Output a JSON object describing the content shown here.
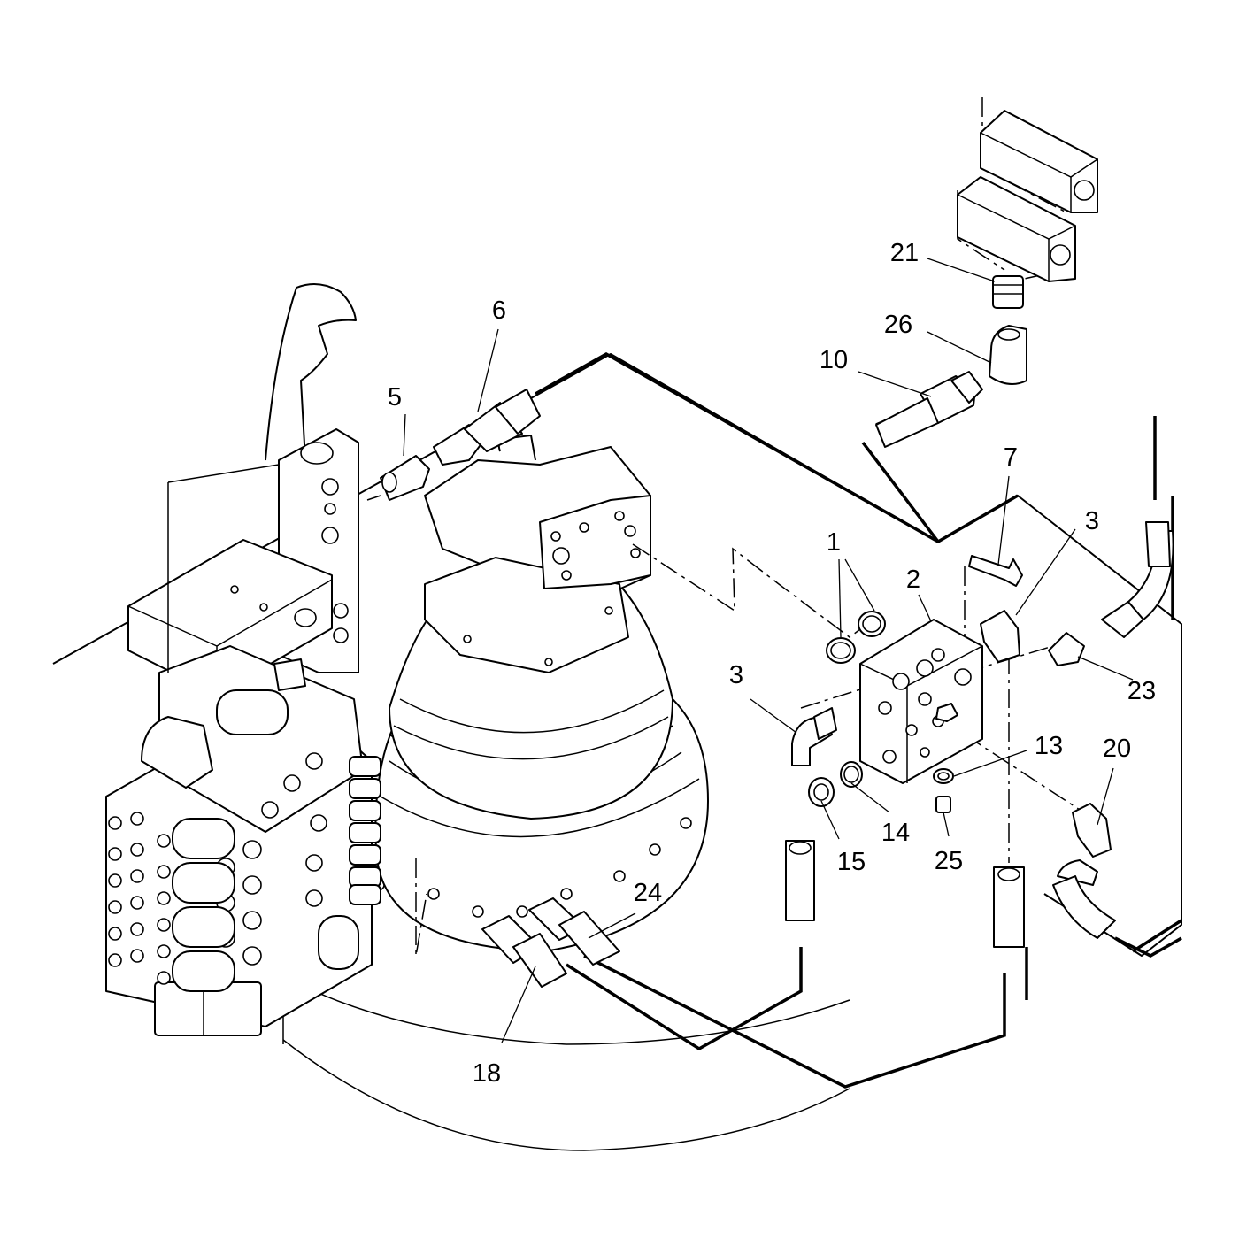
{
  "diagram": {
    "callouts": [
      {
        "id": "c1",
        "text": "1"
      },
      {
        "id": "c2",
        "text": "2"
      },
      {
        "id": "c3a",
        "text": "3"
      },
      {
        "id": "c3b",
        "text": "3"
      },
      {
        "id": "c5",
        "text": "5"
      },
      {
        "id": "c6",
        "text": "6"
      },
      {
        "id": "c7",
        "text": "7"
      },
      {
        "id": "c10",
        "text": "10"
      },
      {
        "id": "c13",
        "text": "13"
      },
      {
        "id": "c14",
        "text": "14"
      },
      {
        "id": "c15",
        "text": "15"
      },
      {
        "id": "c18",
        "text": "18"
      },
      {
        "id": "c20",
        "text": "20"
      },
      {
        "id": "c21",
        "text": "21"
      },
      {
        "id": "c23",
        "text": "23"
      },
      {
        "id": "c24",
        "text": "24"
      },
      {
        "id": "c25",
        "text": "25"
      },
      {
        "id": "c26",
        "text": "26"
      }
    ]
  }
}
